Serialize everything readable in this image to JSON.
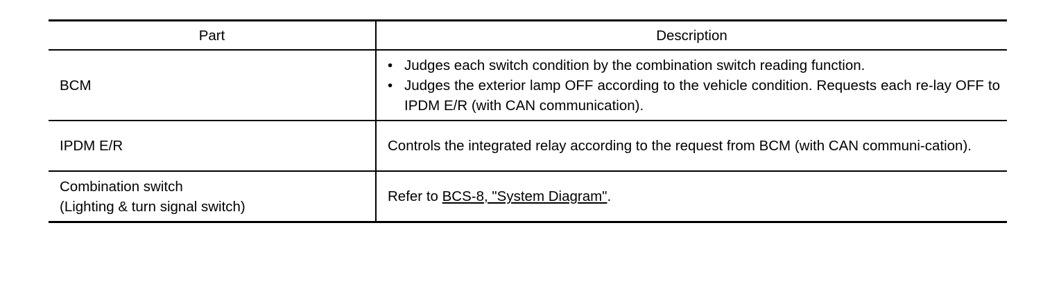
{
  "table": {
    "headers": {
      "part": "Part",
      "description": "Description"
    },
    "rows": [
      {
        "part_lines": [
          "BCM"
        ],
        "bullet_mark": "•",
        "bullets": [
          "Judges each switch condition by the combination switch reading function.",
          "Judges the exterior lamp OFF according to the vehicle condition. Requests each re-lay OFF to IPDM E/R (with CAN communication)."
        ]
      },
      {
        "part_lines": [
          "IPDM E/R"
        ],
        "description": "Controls the integrated relay according to the request from BCM (with CAN communi-cation)."
      },
      {
        "part_lines": [
          "Combination switch",
          "(Lighting & turn signal switch)"
        ],
        "description_prefix": "Refer to ",
        "link_text": "BCS-8, \"System Diagram\"",
        "description_suffix": "."
      }
    ]
  }
}
